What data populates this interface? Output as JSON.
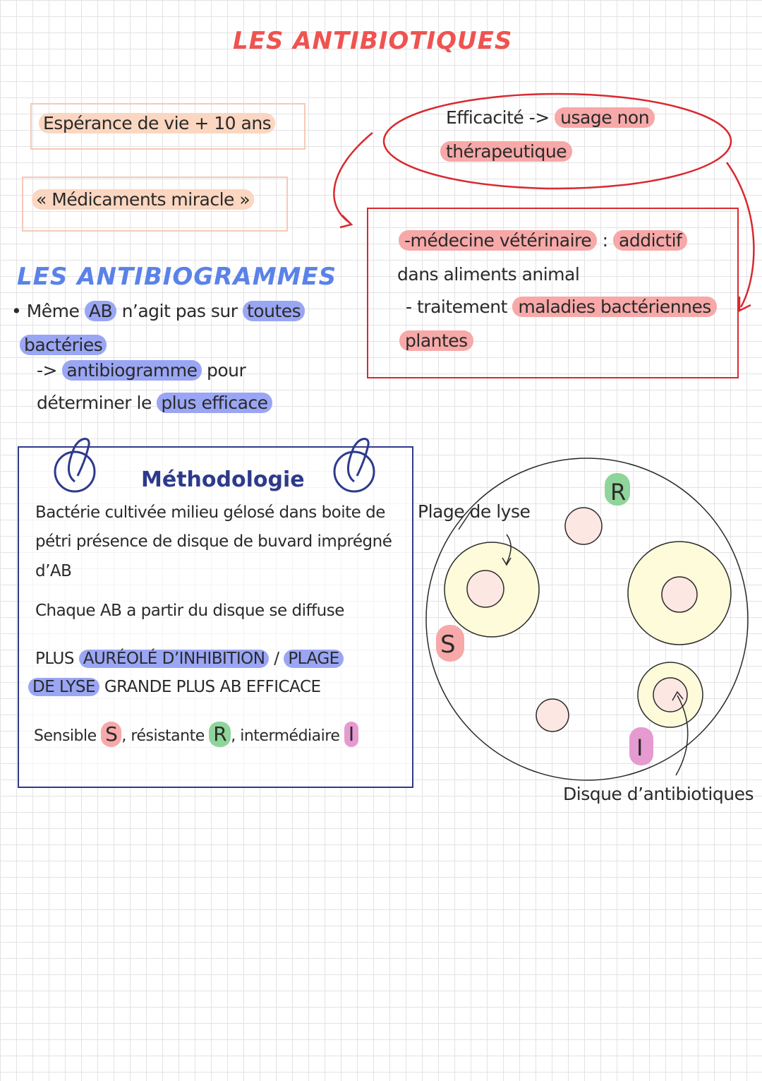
{
  "title": "LES ANTIBIOTIQUES",
  "boxes": {
    "life": {
      "text": "Espérance de vie + 10 ans"
    },
    "miracle": {
      "open": "«",
      "text": "Médicaments miracle",
      "close": "»"
    }
  },
  "efficacy": {
    "word": "Efficacité",
    "arrow": "->",
    "usage": "usage non",
    "therapeutique": "thérapeutique"
  },
  "uses": {
    "vet": "-médecine vétérinaire",
    "colon": ":",
    "addictif": "addictif",
    "dans": "dans aliments animal",
    "dash": "-",
    "traitement": "traitement",
    "maladies": "maladies bactériennes",
    "plantes": "plantes"
  },
  "antibiogrammes": {
    "heading": "LES ANTIBIOGRAMMES",
    "bullet": "•",
    "meme": "Même",
    "ab": "AB",
    "nagit": "n’agit pas sur",
    "toutes": "toutes",
    "bacteries": "bactéries",
    "arrow": "->",
    "antibiogramme": "antibiogramme",
    "pour": "pour",
    "determiner": "déterminer le",
    "plus_efficace": "plus efficace"
  },
  "methodologie": {
    "heading": "Méthodologie",
    "line1": "Bactérie cultivée milieu gélosé dans boite de",
    "line2": "pétri présence de disque de buvard imprégné",
    "line3": "d’AB",
    "line4": "Chaque AB a partir du disque se diffuse",
    "plus": "PLUS",
    "aureole": "AURÉOLÉ D’INHIBITION",
    "slash": "/",
    "plage": "PLAGE",
    "de_lyse": "DE LYSE",
    "rest": "GRANDE PLUS AB EFFICACE",
    "sensible": "Sensible",
    "s": "S",
    "comma1": ",",
    "resistante": "résistante",
    "r": "R",
    "comma2": ",",
    "intermediaire": "intermédiaire",
    "i": "I"
  },
  "diagram": {
    "plage_label": "Plage de lyse",
    "disque_label": "Disque d’antibiotiques",
    "s": "S",
    "r": "R",
    "i": "I"
  },
  "colors": {
    "red": "#ef5350",
    "blue": "#5a82e8",
    "navy": "#2d3a8c",
    "pink": "#f7a8a8",
    "peach": "#fbd6c0",
    "lavender": "#9aa6f4",
    "green": "#8fd49a",
    "magenta": "#e59ad0",
    "yellow": "#fdfbd9"
  }
}
